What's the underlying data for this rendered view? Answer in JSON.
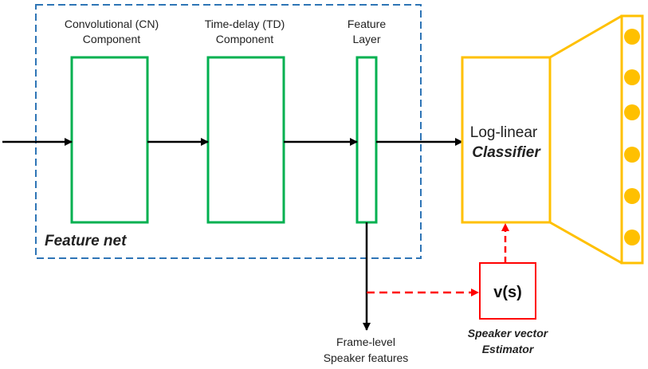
{
  "feature_net": {
    "label": "Feature net",
    "cn_line1": "Convolutional (CN)",
    "cn_line2": "Component",
    "td_line1": "Time-delay (TD)",
    "td_line2": "Component",
    "fl_line1": "Feature",
    "fl_line2": "Layer"
  },
  "classifier": {
    "line1": "Log-linear",
    "line2": "Classifier"
  },
  "speaker_vector": {
    "box_label": "v(s)",
    "caption_line1": "Speaker vector",
    "caption_line2": "Estimator"
  },
  "output": {
    "line1": "Frame-level",
    "line2": "Speaker features"
  },
  "colors": {
    "green": "#00b050",
    "blue": "#2e75b6",
    "yellow": "#ffc000",
    "red": "#ff0000",
    "black": "#000000"
  }
}
